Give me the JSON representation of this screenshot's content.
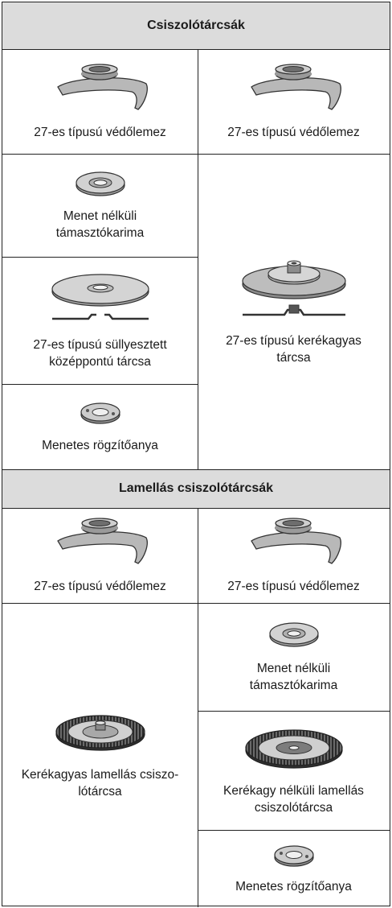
{
  "section1": {
    "header": "Csiszolótárcsák",
    "guard_left": "27-es típusú védőlemez",
    "guard_right": "27-es típusú védőlemez",
    "backing_flange": [
      "Menet nélküli",
      "támasztókarima"
    ],
    "depressed_wheel": [
      "27-es típusú süllyesztett",
      "középpontú tárcsa"
    ],
    "hub_wheel": [
      "27-es típusú kerékagyas",
      "tárcsa"
    ],
    "clamp_nut": "Menetes rögzítőanya"
  },
  "section2": {
    "header": "Lamellás csiszolótárcsák",
    "guard_left": "27-es típusú védőlemez",
    "guard_right": "27-es típusú védőlemez",
    "hub_flap": [
      "Kerékagyas lamellás csiszo-",
      "lótárcsa"
    ],
    "backing_flange": [
      "Menet nélküli",
      "támasztókarima"
    ],
    "nohub_flap": [
      "Kerékagy nélküli lamellás",
      "csiszolótárcsa"
    ],
    "clamp_nut": "Menetes rögzítőanya"
  },
  "colors": {
    "header_bg": "#dcdcdc",
    "border": "#222222",
    "metal": "#b5b5b5",
    "metal_dark": "#7a7a7a"
  },
  "icons": [
    "guard-icon",
    "backing-flange-icon",
    "depressed-wheel-icon",
    "hub-wheel-icon",
    "clamp-nut-icon",
    "flap-disc-icon"
  ]
}
